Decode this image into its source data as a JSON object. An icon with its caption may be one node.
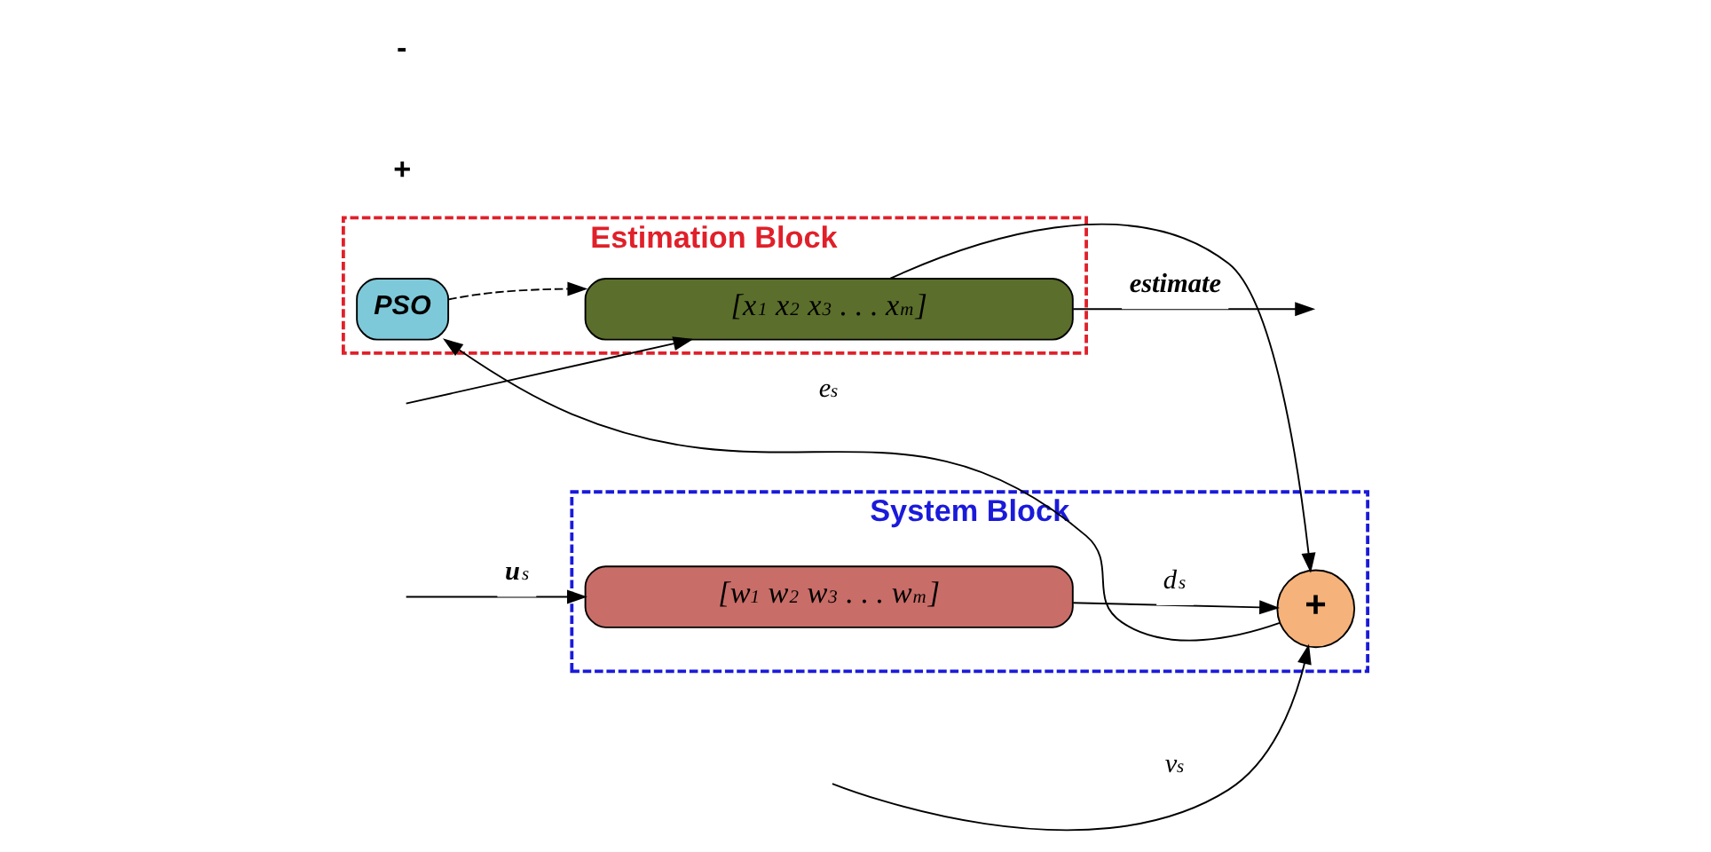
{
  "diagram": {
    "nodes": [
      {
        "text": [
          "System Block"
        ]
      },
      {
        "text": [
          "[w$_{1}$ w$_{2}$ w$_{3}$ . . . w$_{m}$]"
        ],
        "in": 0
      },
      {
        "text": [
          "+"
        ],
        "in": 0
      },
      {
        "text": [
          "Estimation Block"
        ]
      },
      {
        "text": [
          "[x$_{1}$ x$_{2}$ x$_{3}$ . . . x$_{m}$]"
        ],
        "in": 3
      },
      {
        "text": [
          "PSO"
        ],
        "in": 3
      }
    ],
    "edges": [
      {
        "from": null,
        "to": 1,
        "arrow": "to",
        "label": "**u**$_{s}$"
      },
      {
        "from": null,
        "to": 4,
        "arrow": "to"
      },
      {
        "from": null,
        "to": 2,
        "arrow": "to",
        "label": "v$_{s}$"
      },
      {
        "from": 1,
        "to": 2,
        "arrow": "to",
        "label": "d$_{s}$"
      },
      {
        "from": 4,
        "to": 2,
        "arrow": "to"
      },
      {
        "from": 4,
        "to": null,
        "arrow": "to",
        "label": "estimate"
      },
      {
        "from": 2,
        "to": 5,
        "arrow": "to",
        "label": "e$_{s}$"
      },
      {
        "from": 5,
        "to": 4,
        "arrow": "to",
        "style": "dashed"
      }
    ],
    "labels": [
      "+",
      "-"
    ]
  }
}
